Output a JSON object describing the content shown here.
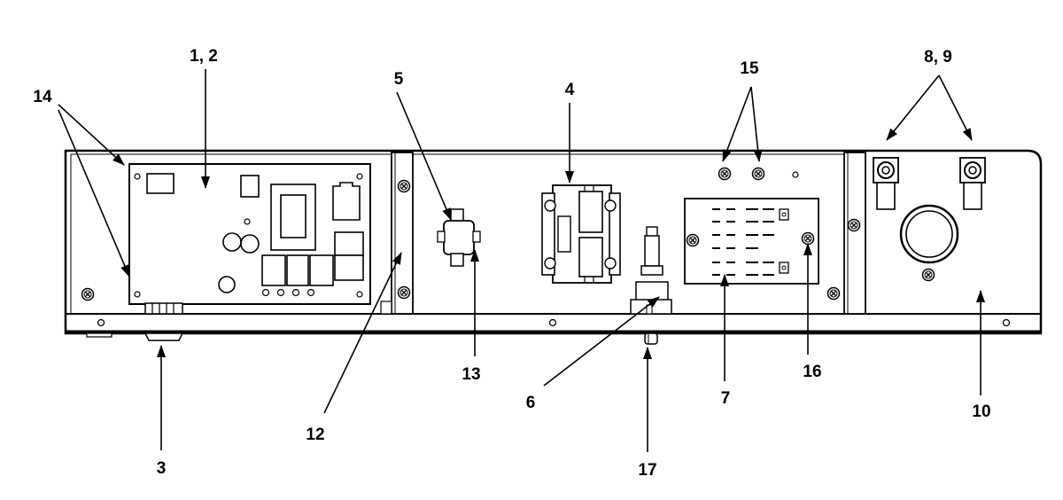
{
  "callouts": {
    "c1_2": "1, 2",
    "c3": "3",
    "c4": "4",
    "c5": "5",
    "c6": "6",
    "c7": "7",
    "c8_9": "8, 9",
    "c10": "10",
    "c12": "12",
    "c13": "13",
    "c14": "14",
    "c15": "15",
    "c16": "16",
    "c17": "17"
  }
}
